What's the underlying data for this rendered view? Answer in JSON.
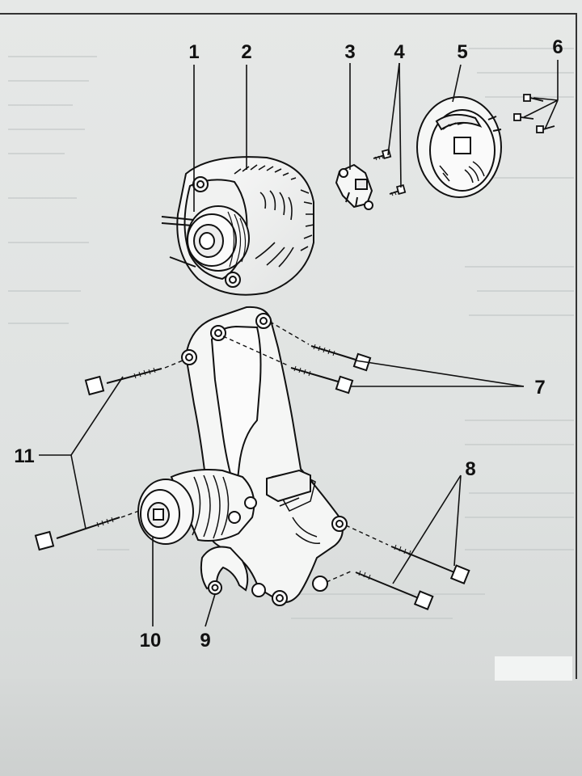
{
  "diagram": {
    "labels": [
      {
        "id": "part-1",
        "text": "1"
      },
      {
        "id": "part-2",
        "text": "2"
      },
      {
        "id": "part-3",
        "text": "3"
      },
      {
        "id": "part-4",
        "text": "4"
      },
      {
        "id": "part-5",
        "text": "5"
      },
      {
        "id": "part-6",
        "text": "6"
      },
      {
        "id": "part-7",
        "text": "7"
      },
      {
        "id": "part-8",
        "text": "8"
      },
      {
        "id": "part-9",
        "text": "9"
      },
      {
        "id": "part-10",
        "text": "10"
      },
      {
        "id": "part-11",
        "text": "11"
      }
    ]
  },
  "colors": {
    "ink": "#111111",
    "paper": "#e4e6e5",
    "part_fill": "#f4f5f4",
    "shadow_text": "#9aa1a2"
  }
}
